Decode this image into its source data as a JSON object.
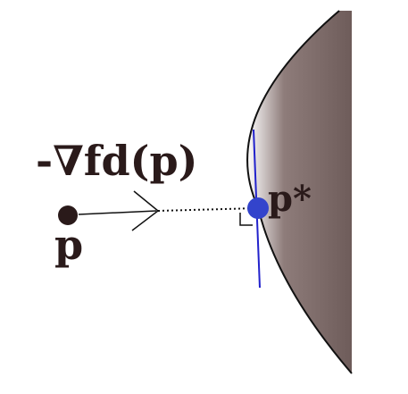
{
  "labels": {
    "gradient": "-∇fd(p)",
    "point": "p",
    "projection": "p*"
  },
  "colors": {
    "ink": "#2a1a1a",
    "region_dark": "#6e5c5a",
    "region_light": "#ffffff",
    "tangent_line": "#2222cc",
    "projection_point": "#3344cc",
    "boundary": "#111111"
  }
}
